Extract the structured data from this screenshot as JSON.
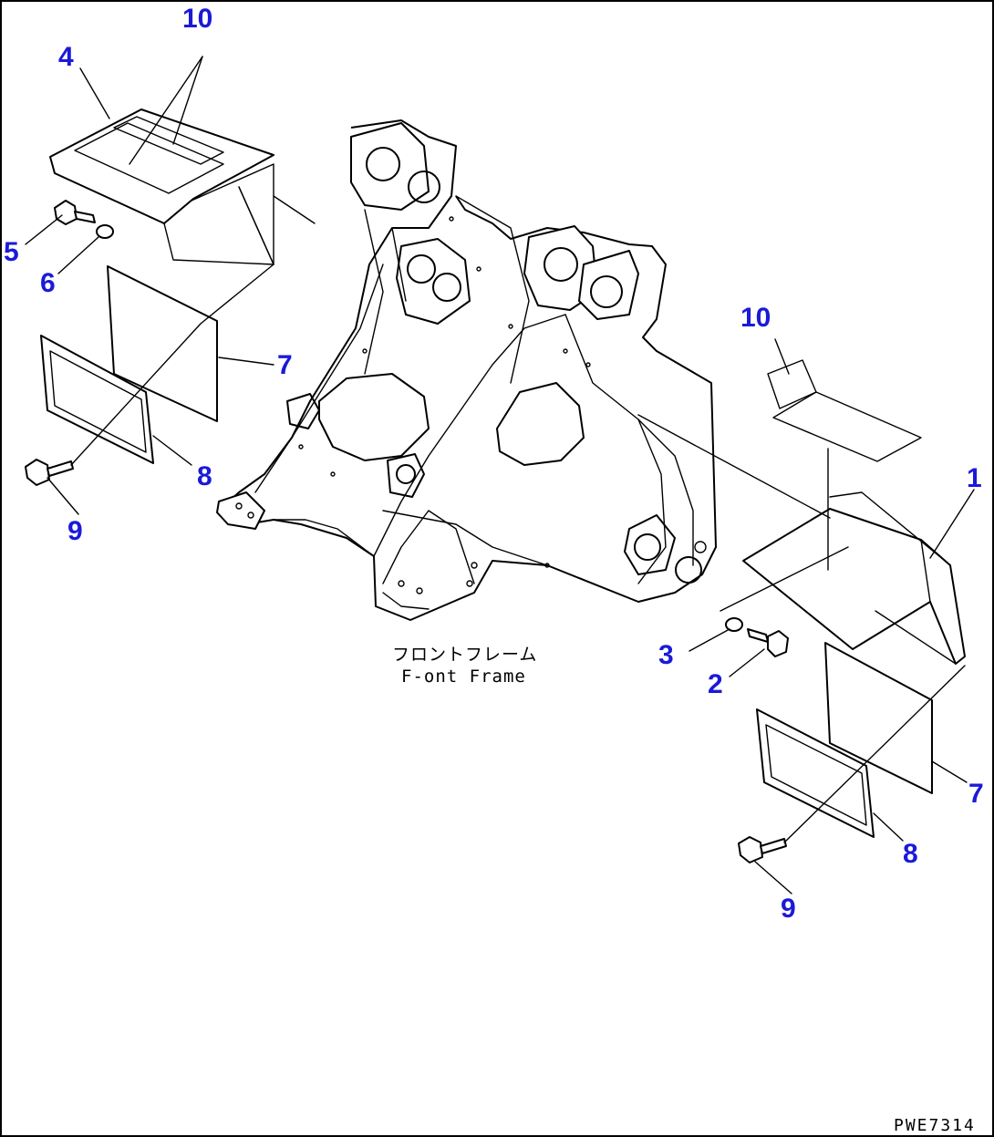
{
  "caption": {
    "japanese": "フロントフレーム",
    "english": "F-ont Frame"
  },
  "drawing_code": "PWE7314",
  "callouts": [
    {
      "id": "left-10",
      "label": "10"
    },
    {
      "id": "left-4",
      "label": "4"
    },
    {
      "id": "left-5",
      "label": "5"
    },
    {
      "id": "left-6",
      "label": "6"
    },
    {
      "id": "left-7",
      "label": "7"
    },
    {
      "id": "left-8",
      "label": "8"
    },
    {
      "id": "left-9",
      "label": "9"
    },
    {
      "id": "right-10",
      "label": "10"
    },
    {
      "id": "right-1",
      "label": "1"
    },
    {
      "id": "right-3",
      "label": "3"
    },
    {
      "id": "right-2",
      "label": "2"
    },
    {
      "id": "right-7",
      "label": "7"
    },
    {
      "id": "right-8",
      "label": "8"
    },
    {
      "id": "right-9",
      "label": "9"
    }
  ],
  "colors": {
    "callout": "#1a1ad8",
    "line": "#000000",
    "background": "#ffffff"
  }
}
